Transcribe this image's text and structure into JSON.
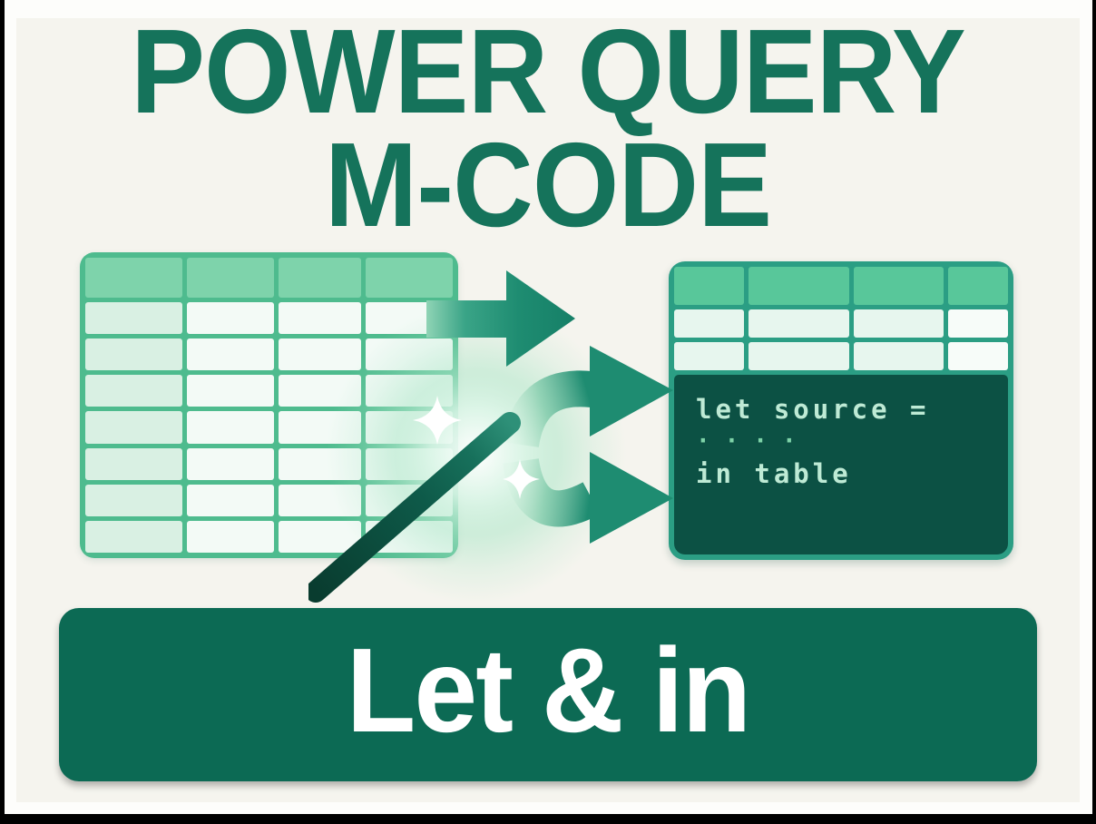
{
  "poster": {
    "title_line1": "POWER QUERY",
    "title_line2": "M-CODE",
    "banner_label": "Let & in",
    "code_block": {
      "lines": [
        "let source =",
        "····",
        "in table"
      ]
    },
    "left_table": {
      "columns": 4,
      "header_rows": 1,
      "data_rows": 7
    },
    "right_table": {
      "columns": 4,
      "data_rows": 2
    },
    "icons": [
      "arrow-right-icon",
      "curved-arrow-up-icon",
      "curved-arrow-down-icon",
      "magic-wand-icon",
      "sparkle-icon",
      "glow-effect"
    ],
    "colors": {
      "background": "#F5F4EE",
      "frame": "#000000",
      "margin": "#FDFDFB",
      "title_green": "#15735B",
      "banner_green": "#0C6A54",
      "banner_text": "#FFFFFF",
      "table_border_green": "#4EBB8E",
      "table_header_green": "#7ED3AB",
      "table_cell_light_green": "#D9F0E3",
      "table_cell_white": "#F3FAF6",
      "result_frame_teal": "#2B9E84",
      "result_header_green": "#58C79A",
      "result_row_mint": "#E7F6EE",
      "code_background": "#0C5144",
      "code_text": "#BEEAD5",
      "code_dots_green": "#7ED3A8",
      "arrow_teal": "#1E8C71",
      "wand_dark_green": "#0A4536",
      "glow_mint": "#ADE7C9",
      "sparkle_white": "#FFFFFF"
    }
  }
}
